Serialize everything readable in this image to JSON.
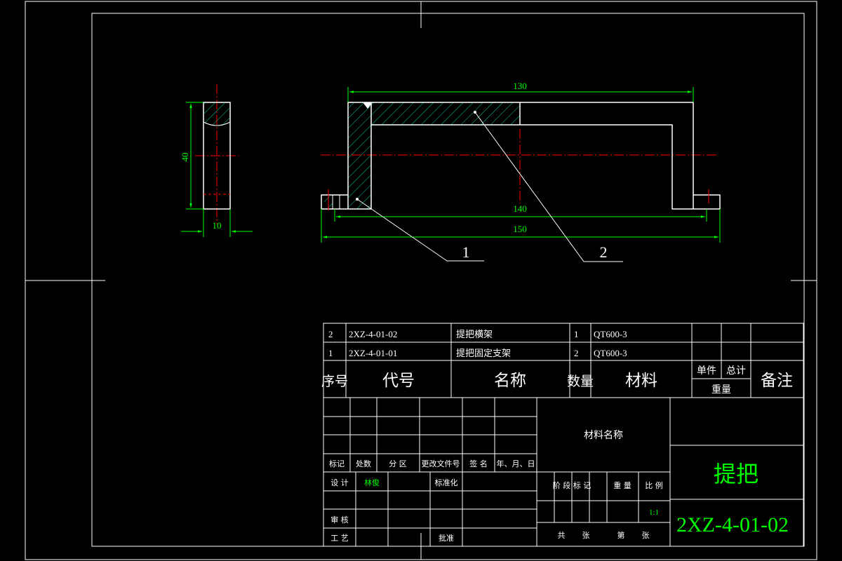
{
  "colors": {
    "background": "#000000",
    "line": "#ffffff",
    "dimension": "#00ff00",
    "centerline": "#ff0000",
    "hatch": "#00c8a0",
    "title_text": "#00ff00"
  },
  "dimensions": {
    "width_130": "130",
    "width_140": "140",
    "width_150": "150",
    "height_40": "40",
    "thickness_10": "10"
  },
  "balloons": {
    "item1": "1",
    "item2": "2"
  },
  "bom": {
    "rows": [
      {
        "no": "2",
        "code": "2XZ-4-01-02",
        "name": "提把横架",
        "qty": "1",
        "material": "QT600-3"
      },
      {
        "no": "1",
        "code": "2XZ-4-01-01",
        "name": "提把固定支架",
        "qty": "2",
        "material": "QT600-3"
      }
    ],
    "header": {
      "no": "序号",
      "code": "代号",
      "name": "名称",
      "qty": "数量",
      "material": "材料",
      "unit_weight": "单件",
      "total_weight": "总计",
      "weight": "重量",
      "remark": "备注"
    }
  },
  "title_block": {
    "rev_labels": [
      "标记",
      "处数",
      "分 区",
      "更改文件号",
      "签 名",
      "年、月、日"
    ],
    "design_label": "设 计",
    "designer": "林俊",
    "standard_label": "标准化",
    "review_label": "审 核",
    "process_label": "工 艺",
    "approve_label": "批准",
    "material_name": "材料名称",
    "stage_label": "阶 段 标 记",
    "weight_label": "重 量",
    "scale_label": "比 例",
    "scale": "1:1",
    "total_sheets_label": "共",
    "sheets_label": "张",
    "sheet_no_label": "第",
    "sheet_label": "张",
    "part_name": "提把",
    "drawing_no": "2XZ-4-01-02"
  }
}
